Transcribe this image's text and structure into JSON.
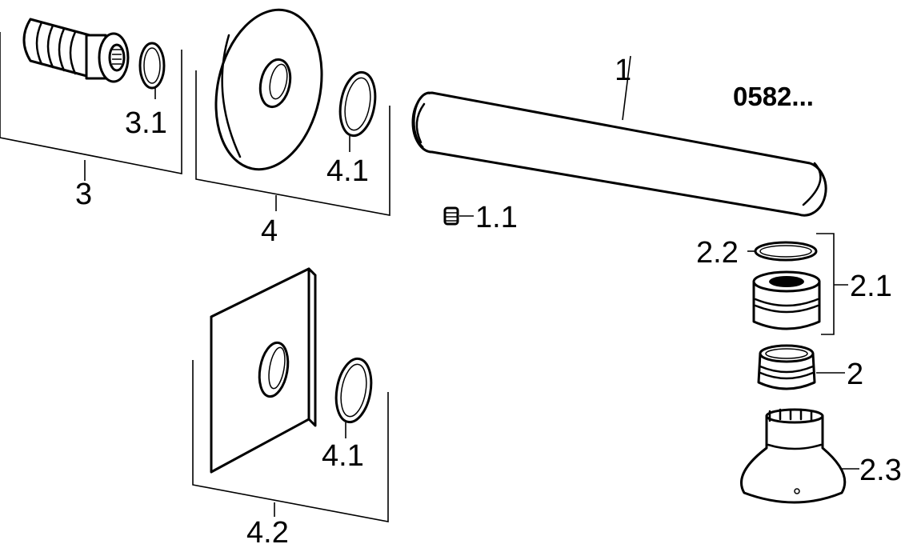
{
  "drawing_code": "0582...",
  "callouts": {
    "spout": "1",
    "spout_grub_screw": "1.1",
    "aerator": "2",
    "aerator_insert": "2.1",
    "aerator_seal": "2.2",
    "aerator_housing": "2.3",
    "connector_assembly": "3",
    "connector_o_ring": "3.1",
    "round_rosette_assembly": "4",
    "round_rosette_o_ring": "4.1",
    "square_rosette_assembly": "4.2",
    "square_rosette_o_ring": "4.1"
  }
}
